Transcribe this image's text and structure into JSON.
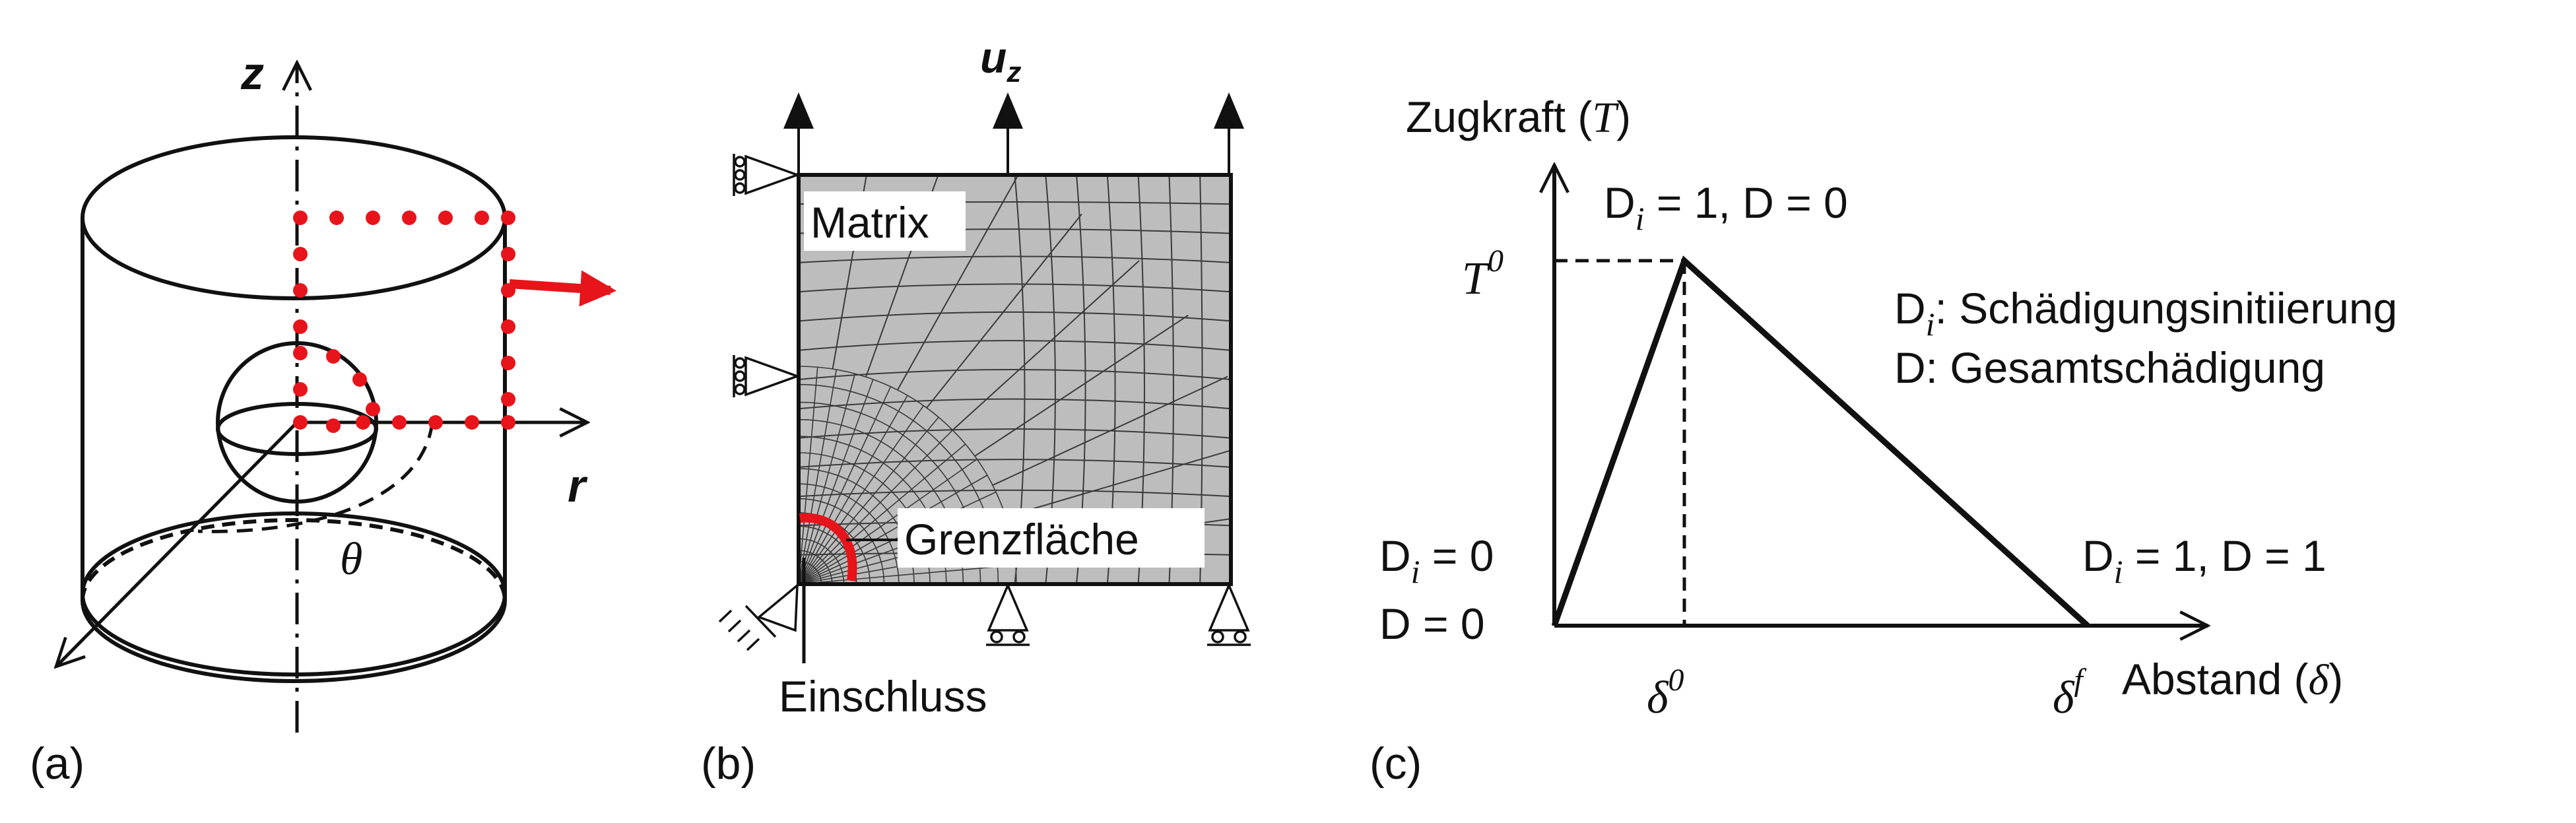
{
  "panel_a": {
    "panel_label": "(a)",
    "axis_z": "z",
    "axis_r": "r",
    "angle_label": "θ"
  },
  "panel_b": {
    "panel_label": "(b)",
    "load_label": "u",
    "load_subscript": "z",
    "matrix_label": "Matrix",
    "interface_label": "Grenzfläche",
    "inclusion_label": "Einschluss"
  },
  "panel_c": {
    "panel_label": "(c)",
    "y_axis_label": "Zugkraft (",
    "y_axis_symbol": "T",
    "y_axis_close": ")",
    "x_axis_label": "Abstand (",
    "x_axis_symbol": "δ",
    "x_axis_close": ")",
    "peak_symbol": "T",
    "peak_superscript": "0",
    "delta0_symbol": "δ",
    "delta0_superscript": "0",
    "deltaf_symbol": "δ",
    "deltaf_superscript": "f",
    "peak_state_prefix": "D",
    "peak_state_sub": "i",
    "peak_state_rest": " = 1, D = 0",
    "origin_line1_prefix": "D",
    "origin_line1_sub": "i",
    "origin_line1_rest": " = 0",
    "origin_line2": "D = 0",
    "end_state_prefix": "D",
    "end_state_sub": "i",
    "end_state_rest": " = 1, D = 1",
    "legend_1_prefix": "D",
    "legend_1_sub": "i",
    "legend_1_rest": ": Schädigungsinitiierung",
    "legend_2": "D: Gesamtschädigung"
  },
  "colors": {
    "ink": "#111111",
    "highlight": "#e8141b",
    "mesh_fill": "#bdbdbd"
  }
}
